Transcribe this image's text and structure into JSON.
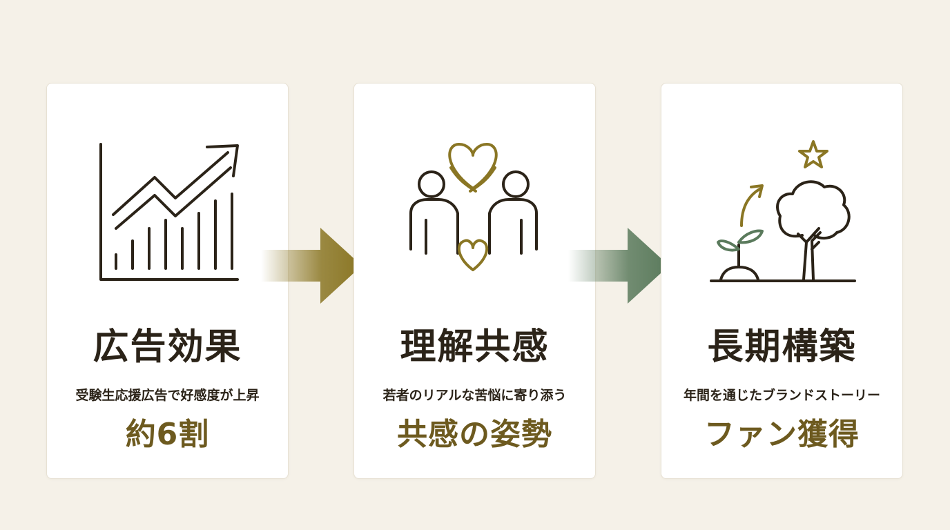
{
  "colors": {
    "background": "#f5f1e8",
    "card": "#ffffff",
    "ink": "#2b2318",
    "gold": "#8a7624",
    "green": "#5a7a5c",
    "highlight_text": "#6d5a1f"
  },
  "steps": [
    {
      "icon": "growth-chart-icon",
      "title": "広告効果",
      "description": "受験生応援広告で好感度が上昇",
      "highlight": "約6割"
    },
    {
      "icon": "people-hearts-icon",
      "title": "理解共感",
      "description": "若者のリアルな苦悩に寄り添う",
      "highlight": "共感の姿勢"
    },
    {
      "icon": "sprout-tree-star-icon",
      "title": "長期構築",
      "description": "年間を通じたブランドストーリー",
      "highlight": "ファン獲得"
    }
  ],
  "connectors": [
    {
      "icon": "arrow-right-icon",
      "color": "gold"
    },
    {
      "icon": "arrow-right-icon",
      "color": "green"
    }
  ]
}
